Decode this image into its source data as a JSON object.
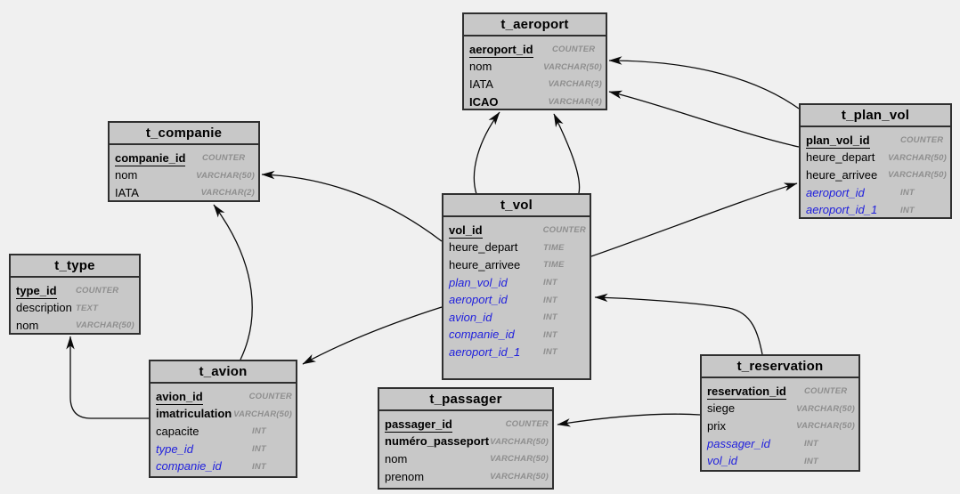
{
  "diagram": {
    "colors": {
      "canvas_bg": "#f0f0f0",
      "table_fill": "#c8c8c8",
      "table_border": "#2f2f2f",
      "fk_text": "#2020dd",
      "type_text": "#8e8e8e",
      "line": "#0a0a0a"
    },
    "tables": [
      {
        "id": "t_aeroport",
        "title": "t_aeroport",
        "fields": [
          {
            "name": "aeroport_id",
            "type": "COUNTER",
            "key": "pk"
          },
          {
            "name": "nom",
            "type": "VARCHAR(50)",
            "key": "normal"
          },
          {
            "name": "IATA",
            "type": "VARCHAR(3)",
            "key": "normal"
          },
          {
            "name": "ICAO",
            "type": "VARCHAR(4)",
            "key": "required"
          }
        ]
      },
      {
        "id": "t_plan_vol",
        "title": "t_plan_vol",
        "fields": [
          {
            "name": "plan_vol_id",
            "type": "COUNTER",
            "key": "pk"
          },
          {
            "name": "heure_depart",
            "type": "VARCHAR(50)",
            "key": "normal"
          },
          {
            "name": "heure_arrivee",
            "type": "VARCHAR(50)",
            "key": "normal"
          },
          {
            "name": "aeroport_id",
            "type": "INT",
            "key": "fk"
          },
          {
            "name": "aeroport_id_1",
            "type": "INT",
            "key": "fk"
          }
        ]
      },
      {
        "id": "t_companie",
        "title": "t_companie",
        "fields": [
          {
            "name": "companie_id",
            "type": "COUNTER",
            "key": "pk"
          },
          {
            "name": "nom",
            "type": "VARCHAR(50)",
            "key": "normal"
          },
          {
            "name": "IATA",
            "type": "VARCHAR(2)",
            "key": "normal"
          }
        ]
      },
      {
        "id": "t_type",
        "title": "t_type",
        "fields": [
          {
            "name": "type_id",
            "type": "COUNTER",
            "key": "pk"
          },
          {
            "name": "description",
            "type": "TEXT",
            "key": "normal"
          },
          {
            "name": "nom",
            "type": "VARCHAR(50)",
            "key": "normal"
          }
        ]
      },
      {
        "id": "t_vol",
        "title": "t_vol",
        "fields": [
          {
            "name": "vol_id",
            "type": "COUNTER",
            "key": "pk"
          },
          {
            "name": "heure_depart",
            "type": "TIME",
            "key": "normal"
          },
          {
            "name": "heure_arrivee",
            "type": "TIME",
            "key": "normal"
          },
          {
            "name": "plan_vol_id",
            "type": "INT",
            "key": "fk"
          },
          {
            "name": "aeroport_id",
            "type": "INT",
            "key": "fk"
          },
          {
            "name": "avion_id",
            "type": "INT",
            "key": "fk"
          },
          {
            "name": "companie_id",
            "type": "INT",
            "key": "fk"
          },
          {
            "name": "aeroport_id_1",
            "type": "INT",
            "key": "fk"
          }
        ]
      },
      {
        "id": "t_avion",
        "title": "t_avion",
        "fields": [
          {
            "name": "avion_id",
            "type": "COUNTER",
            "key": "pk"
          },
          {
            "name": "imatriculation",
            "type": "VARCHAR(50)",
            "key": "required"
          },
          {
            "name": "capacite",
            "type": "INT",
            "key": "normal"
          },
          {
            "name": "type_id",
            "type": "INT",
            "key": "fk"
          },
          {
            "name": "companie_id",
            "type": "INT",
            "key": "fk"
          }
        ]
      },
      {
        "id": "t_passager",
        "title": "t_passager",
        "fields": [
          {
            "name": "passager_id",
            "type": "COUNTER",
            "key": "pk"
          },
          {
            "name": "numéro_passeport",
            "type": "VARCHAR(50)",
            "key": "required"
          },
          {
            "name": "nom",
            "type": "VARCHAR(50)",
            "key": "normal"
          },
          {
            "name": "prenom",
            "type": "VARCHAR(50)",
            "key": "normal"
          }
        ]
      },
      {
        "id": "t_reservation",
        "title": "t_reservation",
        "fields": [
          {
            "name": "reservation_id",
            "type": "COUNTER",
            "key": "pk"
          },
          {
            "name": "siege",
            "type": "VARCHAR(50)",
            "key": "normal"
          },
          {
            "name": "prix",
            "type": "VARCHAR(50)",
            "key": "normal"
          },
          {
            "name": "passager_id",
            "type": "INT",
            "key": "fk"
          },
          {
            "name": "vol_id",
            "type": "INT",
            "key": "fk"
          }
        ]
      }
    ],
    "relationships": [
      {
        "id": "plan-vol-aeroport",
        "from": "t_plan_vol.aeroport_id",
        "to": "t_aeroport"
      },
      {
        "id": "plan-vol-aeroport-1",
        "from": "t_plan_vol.aeroport_id_1",
        "to": "t_aeroport"
      },
      {
        "id": "vol-aeroport",
        "from": "t_vol.aeroport_id",
        "to": "t_aeroport"
      },
      {
        "id": "vol-aeroport-1",
        "from": "t_vol.aeroport_id_1",
        "to": "t_aeroport"
      },
      {
        "id": "vol-plan-vol",
        "from": "t_vol.plan_vol_id",
        "to": "t_plan_vol"
      },
      {
        "id": "vol-companie",
        "from": "t_vol.companie_id",
        "to": "t_companie"
      },
      {
        "id": "vol-avion",
        "from": "t_vol.avion_id",
        "to": "t_avion"
      },
      {
        "id": "avion-companie",
        "from": "t_avion.companie_id",
        "to": "t_companie"
      },
      {
        "id": "avion-type",
        "from": "t_avion.type_id",
        "to": "t_type"
      },
      {
        "id": "reservation-vol",
        "from": "t_reservation.vol_id",
        "to": "t_vol"
      },
      {
        "id": "reservation-passager",
        "from": "t_reservation.passager_id",
        "to": "t_passager"
      }
    ]
  }
}
